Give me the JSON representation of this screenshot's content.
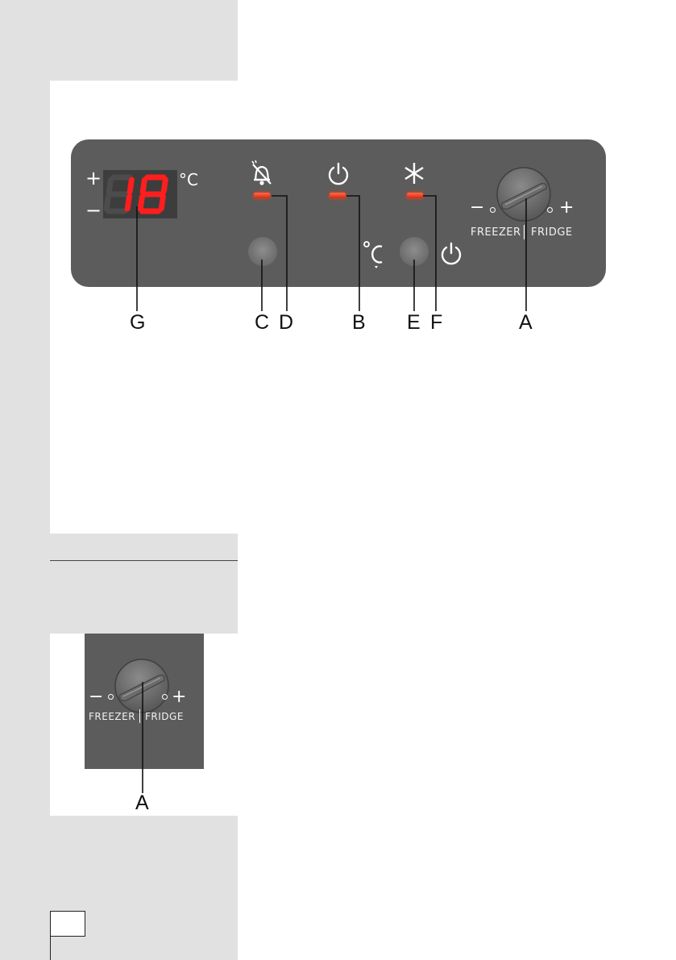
{
  "main_panel": {
    "display": {
      "value": "18",
      "unit": "°C",
      "plus": "+",
      "minus": "−"
    },
    "dial": {
      "minus": "−",
      "plus": "+",
      "left_label": "FREEZER",
      "right_label": "FRIDGE"
    },
    "indicator_leds": [
      "D",
      "B",
      "F"
    ],
    "callouts": [
      "G",
      "C",
      "D",
      "B",
      "E",
      "F",
      "A"
    ]
  },
  "inset_panel": {
    "dial": {
      "minus": "−",
      "plus": "+",
      "left_label": "FREEZER",
      "right_label": "FRIDGE"
    },
    "callout": "A"
  },
  "colors": {
    "panel": "#5c5c5c",
    "sidebar": "#e1e1e1",
    "led": "#ff3b1a",
    "digits": "#ff1e1e"
  },
  "icons": [
    "alarm-off-bell-icon",
    "power-icon",
    "snowflake-icon",
    "temperature-icon",
    "power-icon"
  ]
}
